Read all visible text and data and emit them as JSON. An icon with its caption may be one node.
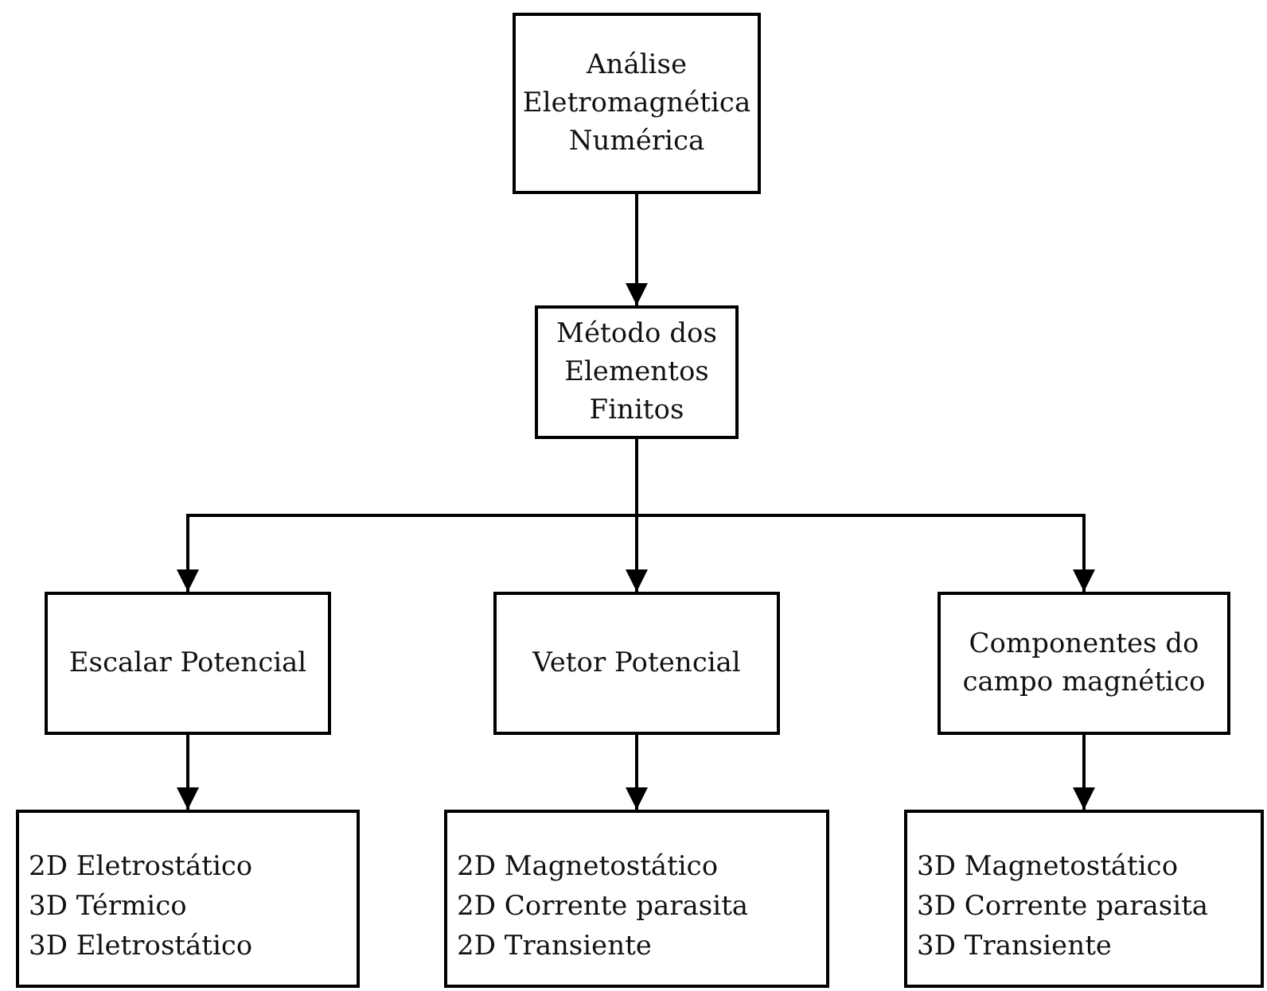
{
  "diagram": {
    "nodes": [
      {
        "text": [
          "Análise Eletromagnética Numérica"
        ]
      },
      {
        "text": [
          "Método dos Elementos Finitos"
        ]
      },
      {
        "text": [
          "Escalar Potencial"
        ]
      },
      {
        "text": [
          "Vetor Potencial"
        ]
      },
      {
        "text": [
          "Componentes do campo magnético"
        ]
      },
      {
        "text": [
          "2D Eletrostático",
          "3D Térmico",
          "3D Eletrostático"
        ]
      },
      {
        "text": [
          "2D Magnetostático",
          "2D Corrente parasita",
          "2D Transiente"
        ]
      },
      {
        "text": [
          "3D Magnetostático",
          "3D Corrente parasita",
          "3D Transiente"
        ]
      }
    ],
    "edges": [
      {
        "from": 0,
        "to": 1,
        "arrow": "to"
      },
      {
        "from": 1,
        "to": 2,
        "arrow": "to"
      },
      {
        "from": 1,
        "to": 3,
        "arrow": "to"
      },
      {
        "from": 1,
        "to": 4,
        "arrow": "to"
      },
      {
        "from": 2,
        "to": 5,
        "arrow": "to"
      },
      {
        "from": 3,
        "to": 6,
        "arrow": "to"
      },
      {
        "from": 4,
        "to": 7,
        "arrow": "to"
      }
    ]
  }
}
